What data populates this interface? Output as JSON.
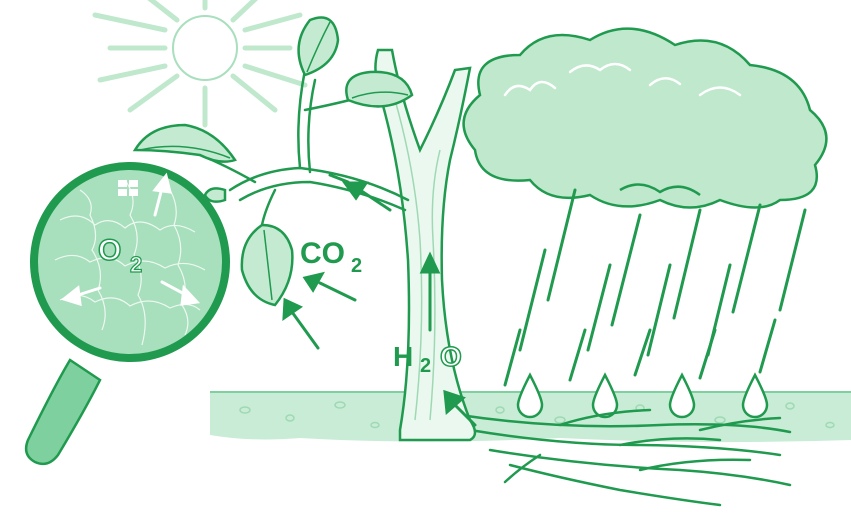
{
  "labels": {
    "oxygen": "O",
    "oxygen_subscript": "2",
    "carbon_dioxide": "CO",
    "carbon_dioxide_subscript": "2",
    "water_h": "H",
    "water_subscript": "2",
    "water_o": "O"
  },
  "colors": {
    "ink": "#1f9a4e",
    "light": "#a8dfbd",
    "pale": "#d8f2e2",
    "leaf": "#c4ebd2",
    "leaf_dark": "#7fd09f",
    "cloud": "#bfe8cd",
    "trunk": "#eaf8ef",
    "drop": "#ffffff",
    "background": "#ffffff"
  }
}
